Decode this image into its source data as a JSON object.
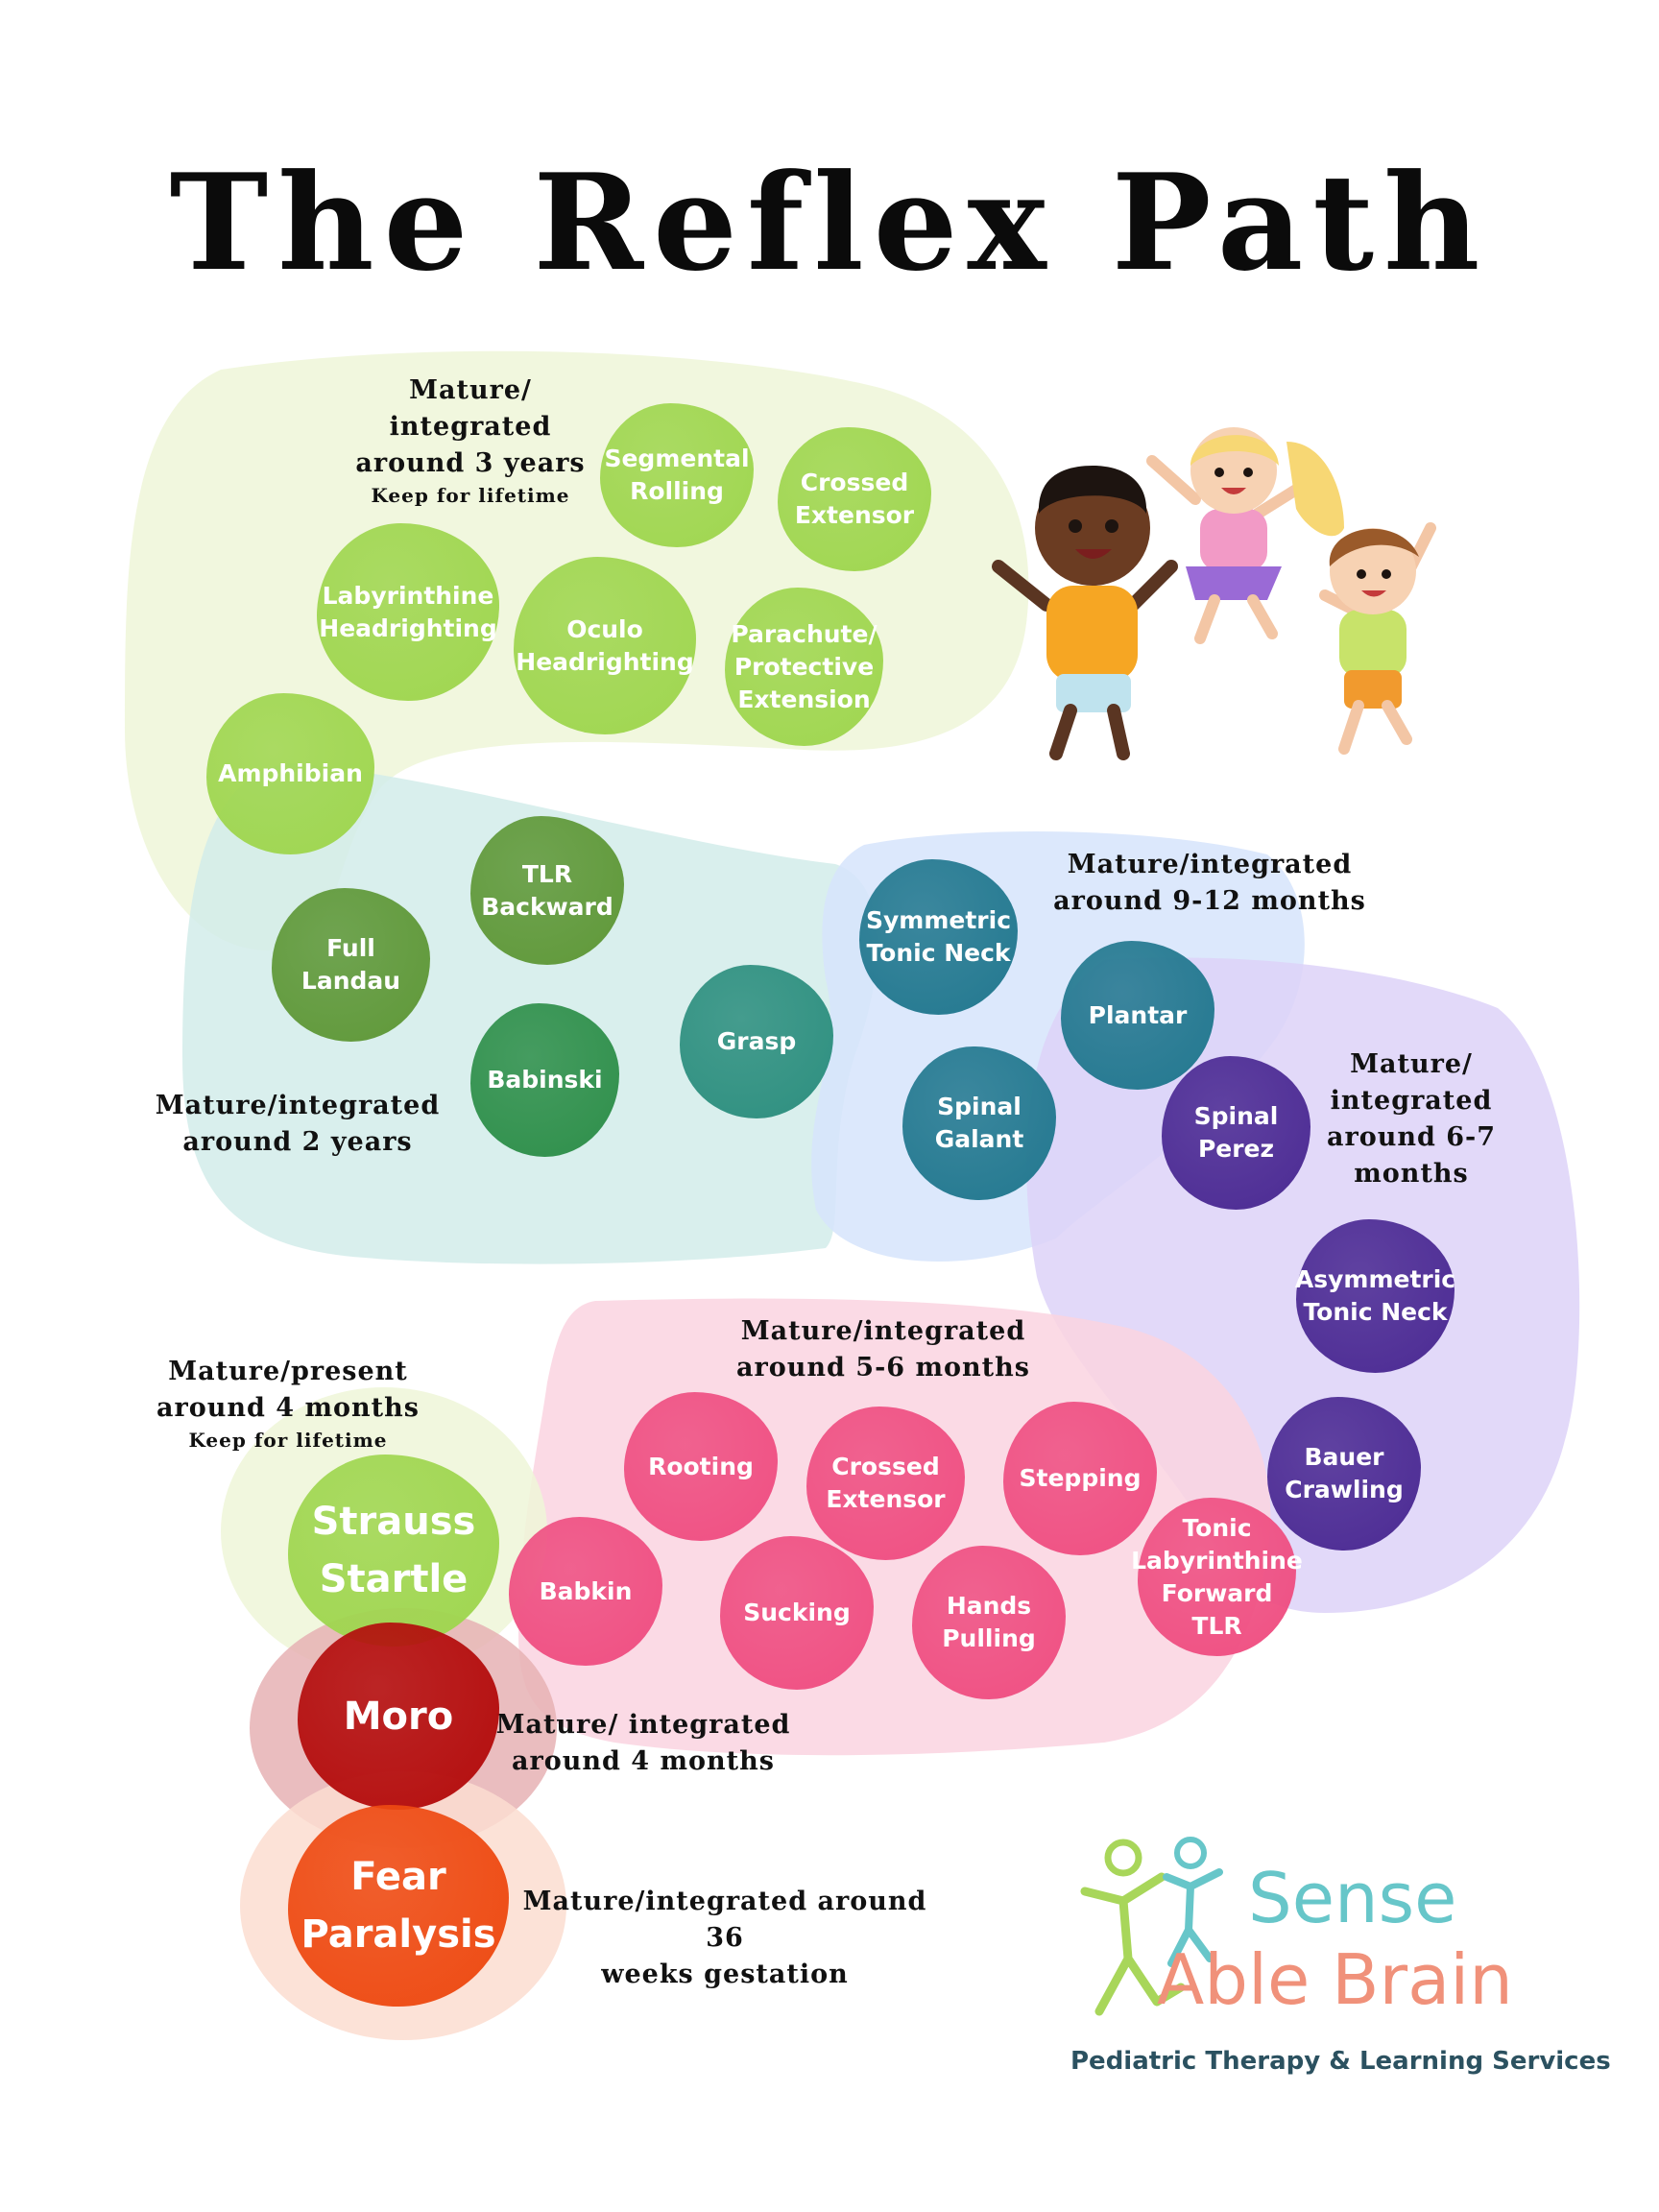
{
  "title": "The Reflex Path",
  "colors": {
    "lime_zone": "#eef6d8",
    "teal_zone": "#d2ecea",
    "blue_zone": "#d6e4fb",
    "purple_zone": "#ddd2f8",
    "pink_zone": "#fad3e1",
    "red_zone": "#e6b2b4",
    "peach_zone": "#fbddd0",
    "lime": "#9fd64f",
    "green_dark": "#5f9838",
    "green": "#2e8f4a",
    "teal": "#2d8f7f",
    "blue_teal": "#22788f",
    "purple": "#4b2a93",
    "pink": "#ef4f82",
    "red": "#b40d0d",
    "orange": "#ee4a12"
  },
  "groups": {
    "three_years": {
      "lines": [
        "Mature/",
        "integrated",
        "around 3 years"
      ],
      "note": "Keep for lifetime"
    },
    "two_years": {
      "lines": [
        "Mature/integrated",
        "around 2 years"
      ]
    },
    "nine_twelve": {
      "lines": [
        "Mature/integrated",
        "around 9-12 months"
      ]
    },
    "six_seven": {
      "lines": [
        "Mature/",
        "integrated",
        "around 6-7",
        "months"
      ]
    },
    "five_six": {
      "lines": [
        "Mature/integrated",
        "around 5-6 months"
      ]
    },
    "four_present": {
      "lines": [
        "Mature/present",
        "around 4 months"
      ],
      "note": "Keep for lifetime"
    },
    "four_integrated": {
      "lines": [
        "Mature/ integrated",
        "around 4 months"
      ]
    },
    "gestation": {
      "lines": [
        "Mature/integrated around 36",
        "weeks gestation"
      ]
    }
  },
  "reflexes": {
    "segmental_rolling": "Segmental\nRolling",
    "crossed_extensor_top": "Crossed\nExtensor",
    "labyrinthine": "Labyrinthine\nHeadrighting",
    "oculo": "Oculo\nHeadrighting",
    "parachute": "Parachute/\nProtective\nExtension",
    "amphibian": "Amphibian",
    "tlr_backward": "TLR\nBackward",
    "full_landau": "Full\nLandau",
    "babinski": "Babinski",
    "grasp": "Grasp",
    "stnr": "Symmetric\nTonic Neck",
    "plantar": "Plantar",
    "spinal_galant": "Spinal\nGalant",
    "spinal_perez": "Spinal\nPerez",
    "atnr": "Asymmetric\nTonic Neck",
    "bauer": "Bauer\nCrawling",
    "rooting": "Rooting",
    "crossed_extensor_bottom": "Crossed\nExtensor",
    "stepping": "Stepping",
    "babkin": "Babkin",
    "sucking": "Sucking",
    "hands_pulling": "Hands\nPulling",
    "tlr_forward": "Tonic\nLabyrinthine\nForward\nTLR",
    "strauss": "Strauss\nStartle",
    "moro": "Moro",
    "fear_paralysis": "Fear\nParalysis"
  },
  "logo": {
    "word1": "Sense",
    "word2": "Able Brain",
    "tagline": "Pediatric Therapy & Learning Services"
  }
}
